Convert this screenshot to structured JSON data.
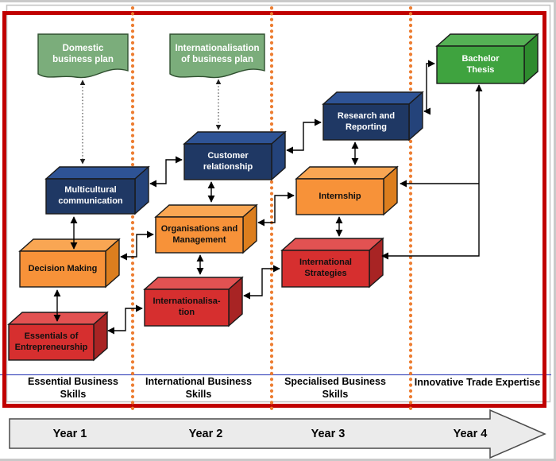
{
  "diagram": {
    "title_semantic": "Curriculum flow diagram over four study years",
    "documents": [
      {
        "id": "domestic-business-plan",
        "label": "Domestic\nbusiness plan"
      },
      {
        "id": "internationalisation-of-business-plan",
        "label": "Internationalisation\nof business plan"
      }
    ],
    "boxes": [
      {
        "id": "multicultural-communication",
        "label": "Multicultural\ncommunication",
        "color": "blue"
      },
      {
        "id": "customer-relationship",
        "label": "Customer\nrelationship",
        "color": "blue"
      },
      {
        "id": "research-and-reporting",
        "label": "Research and\nReporting",
        "color": "blue"
      },
      {
        "id": "bachelor-thesis",
        "label": "Bachelor\nThesis",
        "color": "green"
      },
      {
        "id": "decision-making",
        "label": "Decision Making",
        "color": "orange"
      },
      {
        "id": "organisations-and-management",
        "label": "Organisations and\nManagement",
        "color": "orange"
      },
      {
        "id": "internship",
        "label": "Internship",
        "color": "orange"
      },
      {
        "id": "essentials-of-entrepreneurship",
        "label": "Essentials of\nEntrepreneurship",
        "color": "red"
      },
      {
        "id": "internationalisation",
        "label": "Internationalisa-\ntion",
        "color": "red"
      },
      {
        "id": "international-strategies",
        "label": "International\nStrategies",
        "color": "red"
      }
    ],
    "columns": [
      {
        "label": "Essential Business\nSkills"
      },
      {
        "label": "International Business\nSkills"
      },
      {
        "label": "Specialised Business\nSkills"
      },
      {
        "label": "Innovative Trade Expertise"
      }
    ],
    "years": [
      "Year 1",
      "Year 2",
      "Year 3",
      "Year 4"
    ],
    "colors": {
      "outer_border_red": "#C00000",
      "column_divider_orange": "#ED7D31",
      "separator_line_blue": "#4A55C0",
      "box_blue": "#1F3864",
      "box_orange": "#F79239",
      "box_red": "#D62F2F",
      "box_green": "#3FA33F",
      "document_green": "#7BAD7B",
      "timeline_arrow_gray": "#EBEBEB"
    }
  }
}
